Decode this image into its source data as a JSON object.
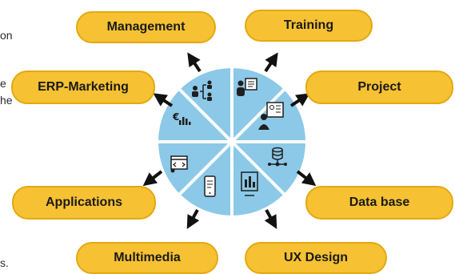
{
  "background_fragments": [
    "on",
    "e",
    "he",
    "s."
  ],
  "wheel": {
    "fill": "#8cc9e8",
    "divider": "#ffffff",
    "icon_color": "#1f1f1f"
  },
  "categories": [
    {
      "label": "Management",
      "icon": "org-chart-icon"
    },
    {
      "label": "Training",
      "icon": "presenter-board-icon"
    },
    {
      "label": "Project",
      "icon": "project-plan-icon"
    },
    {
      "label": "Data base",
      "icon": "database-network-icon"
    },
    {
      "label": "UX Design",
      "icon": "monitor-analytics-icon"
    },
    {
      "label": "Multimedia",
      "icon": "mobile-app-icon"
    },
    {
      "label": "Applications",
      "icon": "browser-code-icon"
    },
    {
      "label": "ERP-Marketing",
      "icon": "finance-chart-icon"
    }
  ],
  "colors": {
    "pill_fill": "#f6c132",
    "pill_border": "#e3a912",
    "arrow": "#111111"
  }
}
